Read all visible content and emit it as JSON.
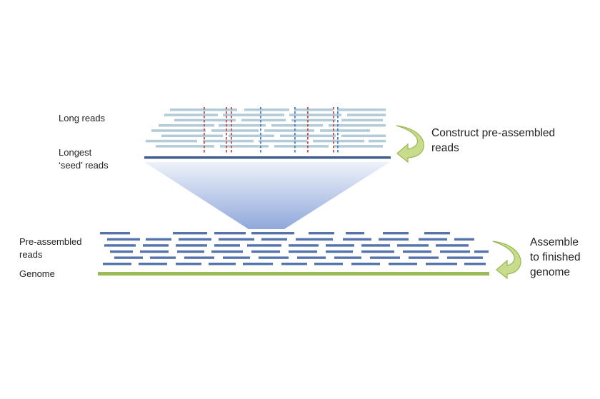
{
  "colors": {
    "long_read": "#b4ccd8",
    "seed_read": "#3e5f92",
    "pre_assembled_read": "#5574ac",
    "genome": "#9bbb59",
    "error_red": "#c0504d",
    "error_blue": "#4f81bd",
    "funnel_top": "#eef2fa",
    "funnel_bottom": "#90a8da",
    "arrow_fill": "#c8dc8c",
    "arrow_stroke": "#9bbb59",
    "text": "#222222"
  },
  "labels": {
    "long_reads": "Long reads",
    "seed_reads": "Longest\n‘seed’ reads",
    "construct": "Construct pre-assembled\nreads",
    "pre_assembled": "Pre-assembled\nreads",
    "genome": "Genome",
    "assemble": "Assemble\nto finished\ngenome"
  },
  "icons": {
    "construct_arrow": "curved-arrow-icon",
    "assemble_arrow": "curved-arrow-icon"
  }
}
